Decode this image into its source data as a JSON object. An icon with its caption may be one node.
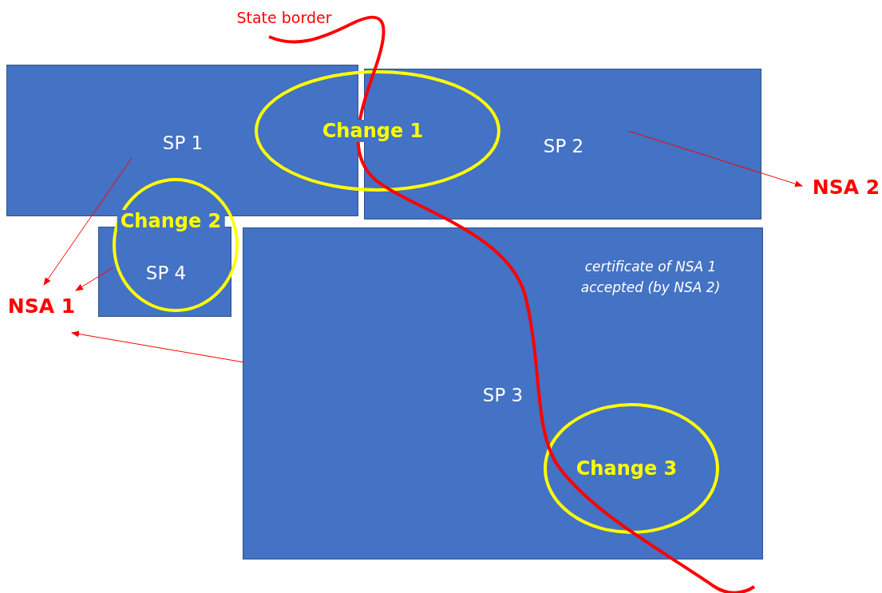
{
  "diagram": {
    "nodes": [
      {
        "text": [
          "SP 1"
        ]
      },
      {
        "text": [
          "Change 1"
        ]
      },
      {
        "text": [
          "SP 2"
        ]
      },
      {
        "text": [
          "NSA 2"
        ]
      },
      {
        "text": [
          "Change 2"
        ]
      },
      {
        "text": [
          "SP 4"
        ]
      },
      {
        "text": [
          "NSA 1"
        ]
      },
      {
        "text": [
          "SP 3",
          "certificate of NSA 1 accepted (by NSA 2)"
        ]
      },
      {
        "text": [
          "Change 3"
        ],
        "in": 7
      }
    ],
    "edges": [
      {
        "from": 0,
        "to": 6,
        "arrow": "to"
      },
      {
        "from": 5,
        "to": 6,
        "arrow": "to"
      },
      {
        "from": 7,
        "to": 6,
        "arrow": "to"
      },
      {
        "from": 2,
        "to": 3,
        "arrow": "to"
      }
    ],
    "labels": [
      "State border"
    ]
  }
}
